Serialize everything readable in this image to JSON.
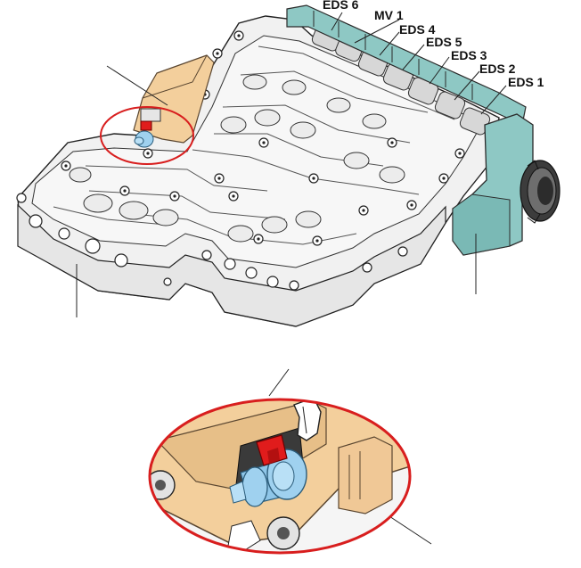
{
  "labels": {
    "eds6": "EDS 6",
    "mv1": "MV 1",
    "eds4": "EDS 4",
    "eds5": "EDS 5",
    "eds3": "EDS 3",
    "eds2": "EDS 2",
    "eds1": "EDS 1"
  },
  "colors": {
    "housing": "#f1f1f1",
    "housing_stroke": "#222222",
    "teal_connector": "#8ec8c4",
    "tan_cover": "#f3cf9c",
    "highlight_ring": "#d81e1e",
    "blue_valve": "#9fd1ef",
    "red_clip": "#e01c1c",
    "solenoid_grey": "#d7d7d7"
  }
}
